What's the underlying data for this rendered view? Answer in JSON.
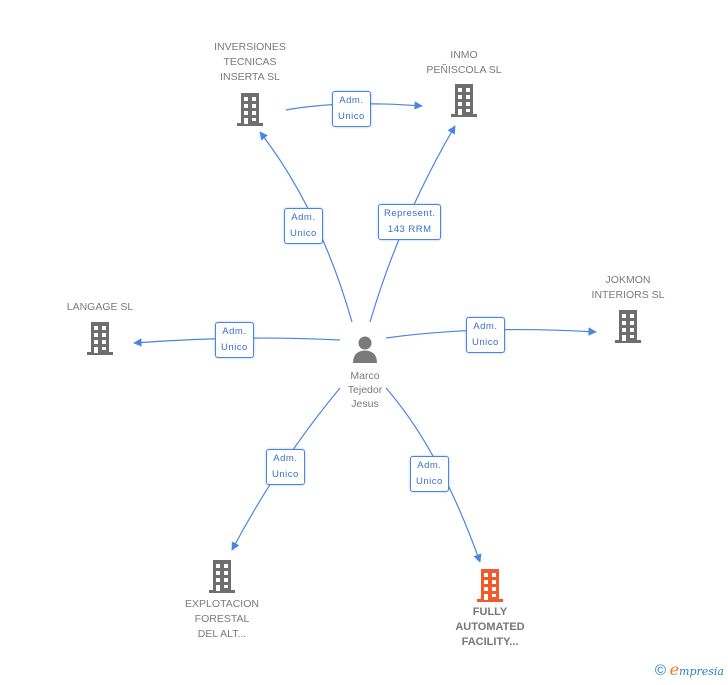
{
  "center": {
    "name": "Marco\nTejedor\nJesus",
    "icon": "person-icon"
  },
  "companies": [
    {
      "id": "inversiones",
      "name": "INVERSIONES\nTECNICAS\nINSERTA SL",
      "icon": "building-icon",
      "highlight": false
    },
    {
      "id": "inmo",
      "name": "INMO\nPEÑISCOLA  SL",
      "icon": "building-icon",
      "highlight": false
    },
    {
      "id": "langage",
      "name": "LANGAGE SL",
      "icon": "building-icon",
      "highlight": false
    },
    {
      "id": "jokmon",
      "name": "JOKMON\nINTERIORS SL",
      "icon": "building-icon",
      "highlight": false
    },
    {
      "id": "explotacion",
      "name": "EXPLOTACION\nFORESTAL\nDEL ALT...",
      "icon": "building-icon",
      "highlight": false
    },
    {
      "id": "fully",
      "name": "FULLY\nAUTOMATED\nFACILITY...",
      "icon": "building-icon",
      "highlight": true
    }
  ],
  "relations": [
    {
      "from": "inversiones",
      "to": "inmo",
      "label": "Adm.\nUnico"
    },
    {
      "from": "center",
      "to": "inversiones",
      "label": "Adm.\nUnico"
    },
    {
      "from": "center",
      "to": "inmo",
      "label": "Represent.\n143 RRM"
    },
    {
      "from": "center",
      "to": "langage",
      "label": "Adm.\nUnico"
    },
    {
      "from": "center",
      "to": "jokmon",
      "label": "Adm.\nUnico"
    },
    {
      "from": "center",
      "to": "explotacion",
      "label": "Adm.\nUnico"
    },
    {
      "from": "center",
      "to": "fully",
      "label": "Adm.\nUnico"
    }
  ],
  "colors": {
    "edge": "#4a86e0",
    "building": "#6e6e6e",
    "highlight": "#f15a2b",
    "text": "#7a7a7a"
  },
  "footer": {
    "copyright": "©",
    "brand_initial": "e",
    "brand_rest": "mpresia"
  }
}
